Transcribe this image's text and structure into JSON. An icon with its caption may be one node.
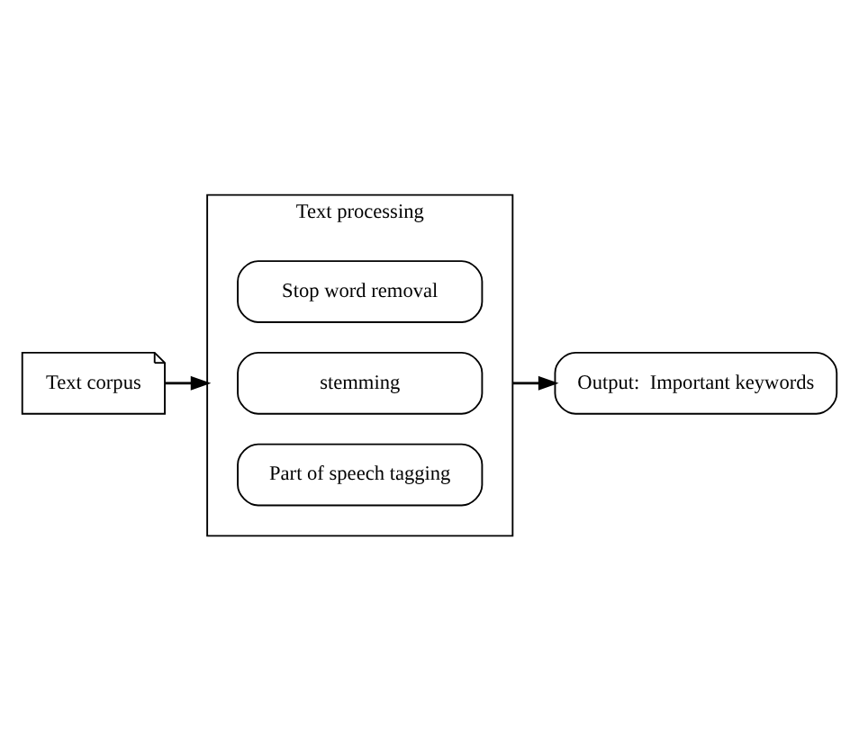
{
  "diagram": {
    "nodes": [
      {
        "text": [
          "Text corpus"
        ]
      },
      {
        "text": [
          "Text processing"
        ]
      },
      {
        "text": [
          "Stop word removal"
        ],
        "in": 1
      },
      {
        "text": [
          "stemming"
        ],
        "in": 1
      },
      {
        "text": [
          "Part of speech tagging"
        ],
        "in": 1
      },
      {
        "text": [
          "Output:  Important keywords"
        ]
      }
    ],
    "edges": [
      {
        "from": 0,
        "to": 1,
        "arrow": "to"
      },
      {
        "from": 1,
        "to": 5,
        "arrow": "to"
      }
    ]
  }
}
